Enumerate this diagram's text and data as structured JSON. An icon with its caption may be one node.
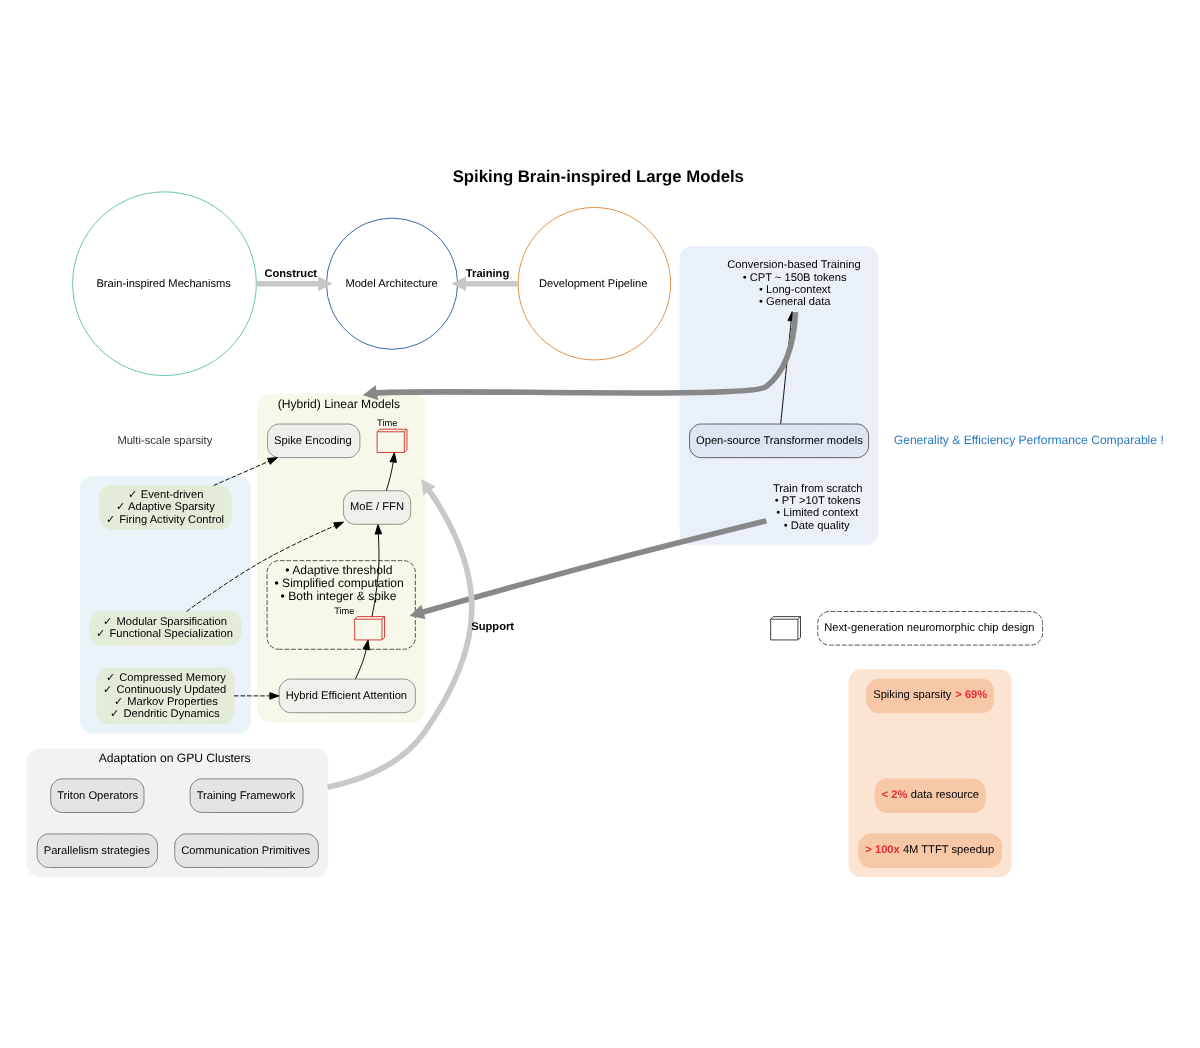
{
  "diagram": {
    "title": "Spiking Brain-inspired Large Models",
    "nodes": [
      {
        "text": [
          "Brain-inspired Mechanisms"
        ]
      },
      {
        "text": [
          "Model Architecture"
        ]
      },
      {
        "text": [
          "Development Pipeline"
        ]
      },
      {
        "text": [],
        "shape": "box"
      },
      {
        "text": [
          "✓ Event-driven",
          "✓ Adaptive Sparsity",
          "✓ Firing Activity Control"
        ],
        "in": 3
      },
      {
        "text": [
          "✓ Modular Sparsification",
          "✓ Functional Specialization"
        ],
        "in": 3
      },
      {
        "text": [
          "✓ Compressed Memory",
          "✓ Continuously Updated",
          "✓ Markov Properties",
          "✓ Dendritic Dynamics"
        ],
        "in": 3
      },
      {
        "text": [
          "(Hybrid) Linear Models"
        ]
      },
      {
        "text": [
          "Spike Encoding"
        ],
        "in": 7
      },
      {
        "text": [],
        "shape": "picture",
        "in": 7,
        "beside": [
          "Time"
        ]
      },
      {
        "text": [
          "MoE / FFN"
        ],
        "in": 7
      },
      {
        "text": [
          "• Adaptive threshold",
          "• Simplified computation",
          "• Both integer & spike"
        ],
        "in": 7
      },
      {
        "text": [],
        "shape": "picture",
        "in": 11,
        "beside": [
          "Time"
        ]
      },
      {
        "text": [
          "Hybrid Efficient Attention"
        ],
        "in": 7
      },
      {
        "text": [],
        "shape": "box"
      },
      {
        "text": [
          "Open-source Transformer models"
        ],
        "in": 14
      },
      {
        "text": [
          "Conversion-based Training",
          "• CPT ~ 150B tokens",
          "• Long-context",
          "• General data"
        ],
        "in": 14
      },
      {
        "text": [
          "Train from scratch",
          "• PT >10T tokens",
          "• Limited context",
          "• Date quality"
        ],
        "in": 14
      },
      {
        "text": [],
        "shape": "picture"
      },
      {
        "text": [
          "Next-generation neuromorphic chip design"
        ]
      },
      {
        "text": [
          "Adaptation on GPU Clusters"
        ]
      },
      {
        "text": [
          "Training Framework"
        ],
        "in": 20
      },
      {
        "text": [
          "Triton Operators"
        ],
        "in": 20
      },
      {
        "text": [
          "Communication Primitives"
        ],
        "in": 20
      },
      {
        "text": [
          "Parallelism strategies"
        ],
        "in": 20
      },
      {
        "text": [],
        "shape": "box"
      },
      {
        "text": [
          "Spiking sparsity **> 69%**"
        ],
        "in": 25
      },
      {
        "text": [
          "**< 2%** data resource"
        ],
        "in": 25
      },
      {
        "text": [
          "**> 100x** 4M TTFT speedup"
        ],
        "in": 25
      }
    ],
    "edges": [
      {
        "from": 0,
        "to": 1,
        "arrow": "to",
        "label": "Construct",
        "style": "thick",
        "color": "#c8c8c8"
      },
      {
        "from": 2,
        "to": 1,
        "arrow": "to",
        "label": "Training",
        "style": "thick",
        "color": "#c8c8c8"
      },
      {
        "from": 4,
        "to": 8,
        "arrow": "to",
        "style": "dashed"
      },
      {
        "from": 5,
        "to": 10,
        "arrow": "to",
        "style": "dashed"
      },
      {
        "from": 6,
        "to": 13,
        "arrow": "to",
        "style": "dashed"
      },
      {
        "from": 13,
        "to": 12,
        "arrow": "to"
      },
      {
        "from": 12,
        "to": 10,
        "arrow": "to"
      },
      {
        "from": 10,
        "to": 9,
        "arrow": "to"
      },
      {
        "from": 15,
        "to": 16,
        "arrow": "to"
      },
      {
        "from": 16,
        "to": 7,
        "arrow": "to",
        "style": "thick",
        "color": "#888888"
      },
      {
        "from": 17,
        "to": 11,
        "arrow": "to",
        "style": "thick",
        "color": "#888888"
      },
      {
        "from": 20,
        "to": 7,
        "arrow": "to",
        "label": "Support",
        "style": "thick",
        "color": "#c8c8c8"
      }
    ],
    "labels": [
      "Multi-scale sparsity",
      "Generality & Efficiency Performance Comparable !"
    ]
  }
}
